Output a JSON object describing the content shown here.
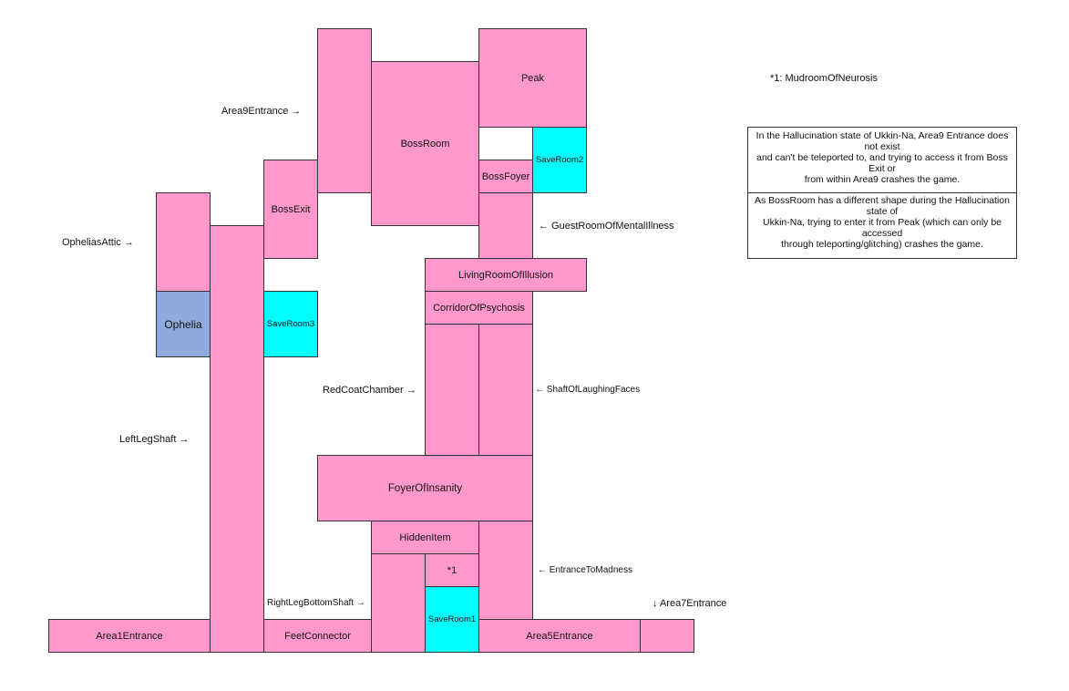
{
  "rooms": {
    "area1_entrance": "Area1Entrance",
    "left_leg_shaft": "",
    "ophelias_attic": "",
    "ophelia": "Ophelia",
    "save_room3": "SaveRoom3",
    "boss_exit": "BossExit",
    "feet_connector": "FeetConnector",
    "area9_entrance": "",
    "boss_room": "BossRoom",
    "peak": "Peak",
    "save_room2": "SaveRoom2",
    "boss_foyer": "BossFoyer",
    "guest_room": "",
    "living_room": "LivingRoomOfIllusion",
    "corridor": "CorridorOfPsychosis",
    "red_coat": "",
    "shaft_laughing": "",
    "foyer_insanity": "FoyerOfInsanity",
    "hidden_item": "HiddenItem",
    "right_leg_bottom": "",
    "mudroom": "*1",
    "save_room1": "SaveRoom1",
    "entrance_madness": "",
    "area5_entrance": "Area5Entrance",
    "area7_entrance": ""
  },
  "labels": {
    "area9_entrance": "Area9Entrance →",
    "ophelias_attic": "OpheliasAttic →",
    "left_leg_shaft": "LeftLegShaft →",
    "red_coat": "RedCoatChamber →",
    "right_leg_bottom": "RightLegBottomShaft →",
    "guest_room": "← GuestRoomOfMentalIllness",
    "shaft_laughing": "← ShaftOfLaughingFaces",
    "entrance_madness": "← EntranceToMadness",
    "area7_entrance": "↓ Area7Entrance",
    "footnote": "*1: MudroomOfNeurosis"
  },
  "notes": {
    "note1": "In the Hallucination state of Ukkin-Na, Area9 Entrance does not exist\nand can't be teleported to, and trying to access it from Boss Exit or\nfrom within Area9 crashes the game.",
    "note2": "As BossRoom has a different shape during the Hallucination state of\nUkkin-Na, trying to enter it from Peak (which can only be accessed\nthrough teleporting/glitching) crashes the game."
  },
  "colors": {
    "room": "#ff99cc",
    "save_room": "#00ffff",
    "ophelia": "#8faadc"
  }
}
